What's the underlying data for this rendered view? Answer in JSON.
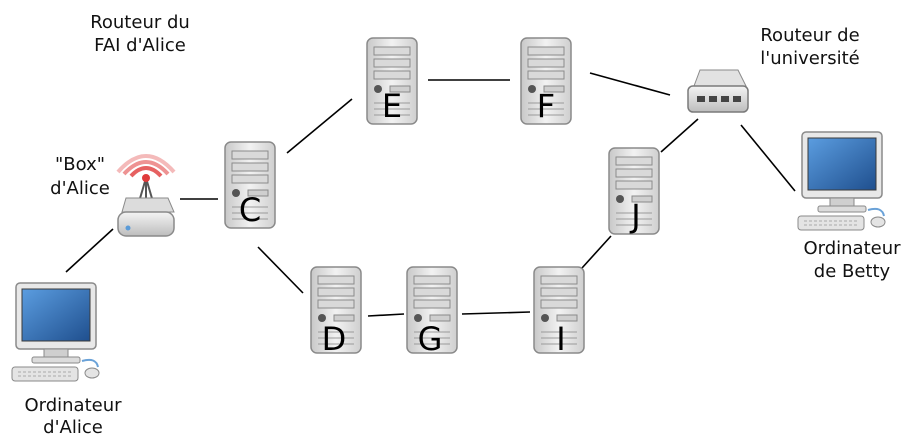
{
  "captions": {
    "isp_router": [
      "Routeur du",
      "FAI d'Alice"
    ],
    "uni_router": [
      "Routeur de",
      "l'université"
    ],
    "alice_box": [
      "\"Box\"",
      "d'Alice"
    ],
    "alice_pc": [
      "Ordinateur",
      "d'Alice"
    ],
    "betty_pc": [
      "Ordinateur",
      "de Betty"
    ]
  },
  "servers": {
    "C": "C",
    "D": "D",
    "E": "E",
    "F": "F",
    "G": "G",
    "I": "I",
    "J": "J"
  },
  "colors": {
    "link": "#000000",
    "server_body": "#e6e6e6",
    "screen": "#2d6fb6",
    "wifi": "#e03a3a"
  },
  "icons": {
    "server": "server-tower-icon",
    "pc": "desktop-computer-icon",
    "box": "wifi-router-icon",
    "switch": "network-switch-icon"
  }
}
